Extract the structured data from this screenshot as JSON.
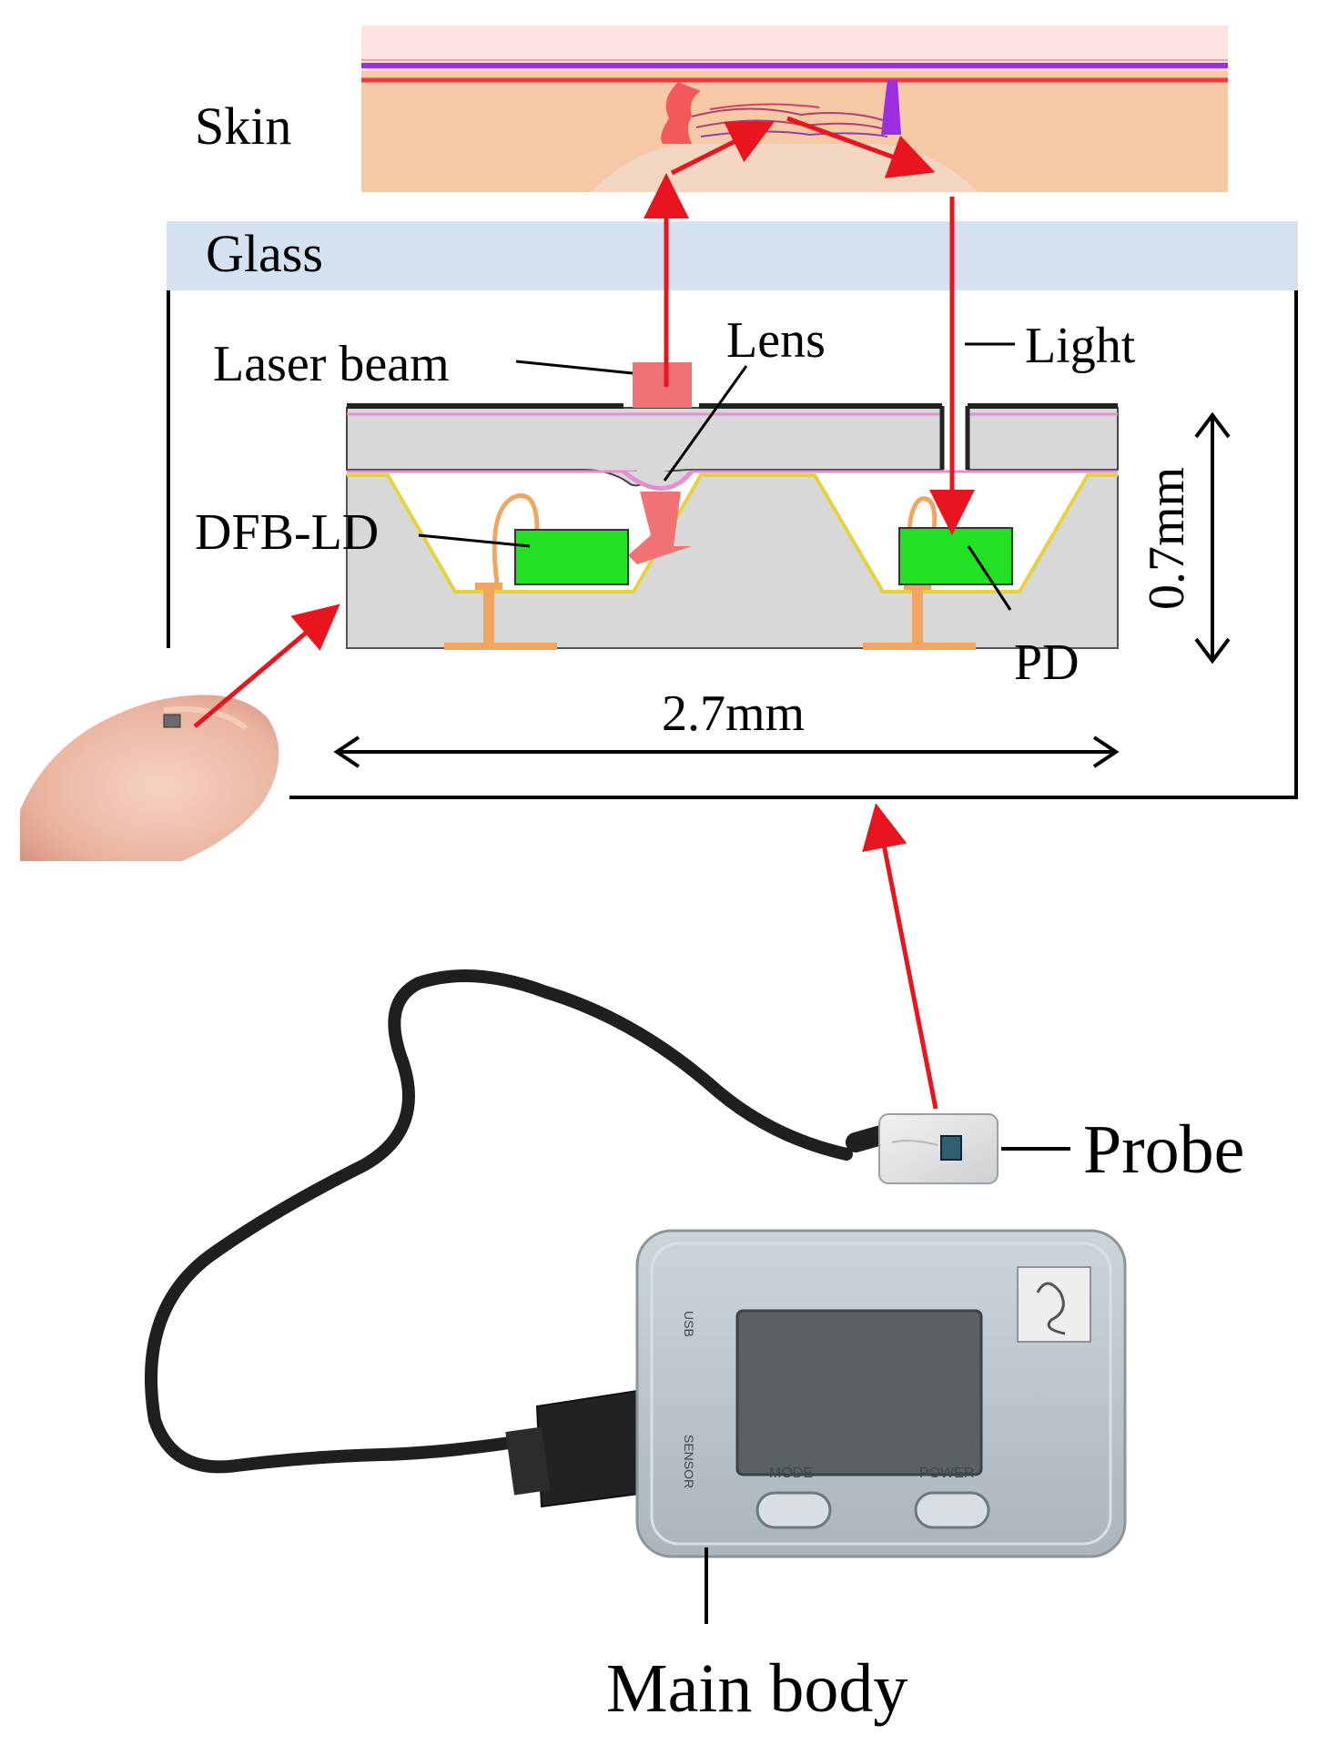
{
  "labels": {
    "skin": "Skin",
    "glass": "Glass",
    "laser_beam": "Laser beam",
    "lens": "Lens",
    "light": "Light",
    "dfb_ld": "DFB-LD",
    "pd": "PD",
    "height_dim": "0.7mm",
    "width_dim": "2.7mm",
    "probe": "Probe",
    "main_body": "Main body"
  },
  "device": {
    "usb": "USB",
    "sensor": "SENSOR",
    "mode": "MODE",
    "power": "POWER"
  },
  "colors": {
    "arrow": "#e8141e",
    "skin_fill": "#f6c9a6",
    "glass_fill": "#d3e1f1",
    "substrate": "#d8d8d8",
    "chip": "#22e022",
    "beam": "#f07272",
    "pad": "#f0a660",
    "vein": "#9b2ee0",
    "artery": "#ee3a3a",
    "device_case": "#c2ccd2"
  }
}
